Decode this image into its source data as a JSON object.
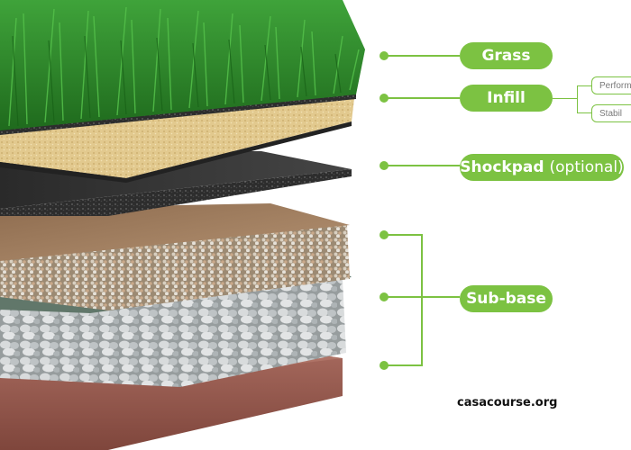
{
  "layers": {
    "grass": {
      "label": "Grass"
    },
    "infill": {
      "label": "Infill",
      "sub_items": [
        "Perform",
        "Stabil"
      ]
    },
    "shockpad": {
      "label": "Shockpad",
      "qualifier": "(optional)"
    },
    "subbase": {
      "label": "Sub-base"
    }
  },
  "watermark": "casacourse.org",
  "colors": {
    "accent": "#7cc242",
    "turf": "#2f8a28",
    "infill_sand": "#e2c98e",
    "shockpad": "#333333",
    "soil": "#9a7a5a",
    "membrane": "#61776a",
    "stone": "#c9cdd0",
    "ground": "#9b5a4f"
  }
}
